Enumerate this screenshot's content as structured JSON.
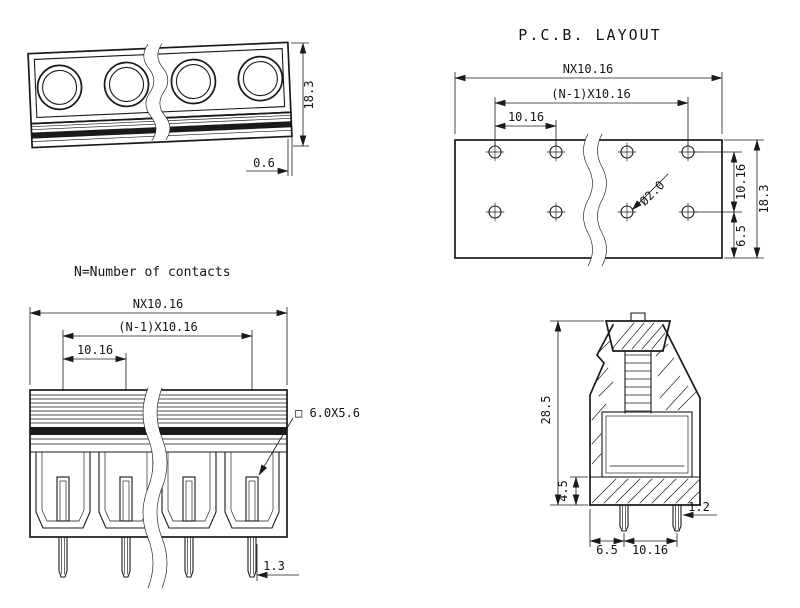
{
  "drawing": {
    "background": "#ffffff",
    "ink": "#1a1a1a",
    "titles": {
      "pcb_layout": "P.C.B. LAYOUT",
      "contacts_note": "N=Number of contacts"
    },
    "top_view": {
      "dim_depth": "18.3",
      "dim_lip": "0.6"
    },
    "pcb_layout_view": {
      "dim_overall": "NX10.16",
      "dim_span": "(N-1)X10.16",
      "dim_pitch": "10.16",
      "dim_row_spacing": "10.16",
      "dim_board_depth": "18.3",
      "dim_edge_offset": "6.5",
      "dim_hole_dia": "Ø2.0"
    },
    "front_view": {
      "dim_overall": "NX10.16",
      "dim_span": "(N-1)X10.16",
      "dim_pitch": "10.16",
      "dim_wire_opening": "□ 6.0X5.6",
      "dim_pin_width": "1.3"
    },
    "side_section_view": {
      "dim_total_height": "28.5",
      "dim_base_height": "4.5",
      "dim_pin_width": "1.2",
      "dim_pin_offset": "6.5",
      "dim_pin_pitch": "10.16"
    }
  }
}
